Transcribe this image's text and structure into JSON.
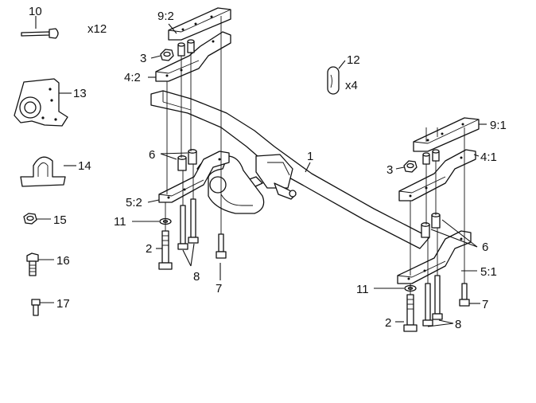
{
  "labels": {
    "p1": "1",
    "p2_left": "2",
    "p2_right": "2",
    "p3_left": "3",
    "p3_right": "3",
    "p4_2": "4:2",
    "p4_1": "4:1",
    "p5_2": "5:2",
    "p5_1": "5:1",
    "p6_left": "6",
    "p6_right": "6",
    "p7_left": "7",
    "p7_right": "7",
    "p8_left": "8",
    "p8_right": "8",
    "p9_2": "9:2",
    "p9_1": "9:1",
    "p10": "10",
    "p11_left": "11",
    "p11_right": "11",
    "p12": "12",
    "p13": "13",
    "p14": "14",
    "p15": "15",
    "p16": "16",
    "p17": "17",
    "qty_rivet": "x12",
    "qty_plug": "x4"
  }
}
